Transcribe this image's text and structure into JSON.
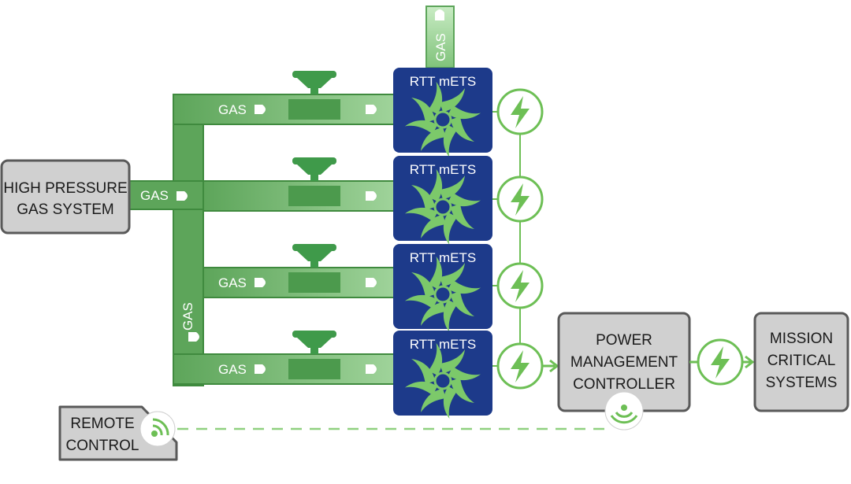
{
  "hp_system": {
    "line1": "HIGH PRESSURE",
    "line2": "GAS SYSTEM"
  },
  "gas_label": "GAS",
  "units": [
    {
      "label": "RTT mETS"
    },
    {
      "label": "RTT mETS"
    },
    {
      "label": "RTT mETS"
    },
    {
      "label": "RTT mETS"
    }
  ],
  "pmc": {
    "line1": "POWER",
    "line2": "MANAGEMENT",
    "line3": "CONTROLLER"
  },
  "mission": {
    "line1": "MISSION",
    "line2": "CRITICAL",
    "line3": "SYSTEMS"
  },
  "remote": {
    "line1": "REMOTE",
    "line2": "CONTROL"
  },
  "icons": {
    "power": "lightning-bolt-icon",
    "turbine": "turbine-swirl-icon",
    "valve": "valve-handle-icon",
    "wireless": "wireless-signal-icon"
  },
  "colors": {
    "pipe": "#5da55a",
    "pipe_dark": "#3f8a3e",
    "unit_bg": "#1d3a8a",
    "turbine": "#7cc96a",
    "power": "#6dbf55",
    "box_bg": "#d0d0d0",
    "box_border": "#595959"
  }
}
